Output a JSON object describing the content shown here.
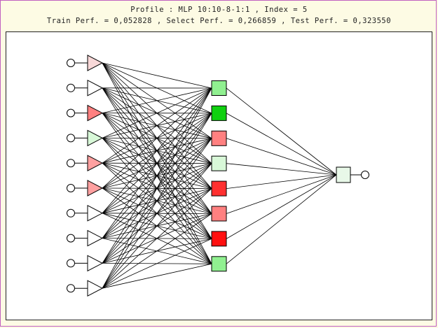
{
  "header": {
    "profile_line": "Profile : MLP 10:10-8-1:1 , Index = 5",
    "perf_line": "Train Perf. = 0,052828 , Select Perf. = 0,266859 , Test Perf. = 0,323550"
  },
  "network": {
    "layers": [
      10,
      8,
      1
    ],
    "colors": {
      "line": "#000000",
      "unit_default": "#ffffff",
      "light_pink": "#f8d8d8",
      "salmon": "#ff8080",
      "light_green": "#d8f8d8",
      "green": "#90f090",
      "bright_green": "#10d010",
      "red": "#ff3030"
    },
    "input_units": [
      {
        "color": "#f8d8d8"
      },
      {
        "color": "#ffffff"
      },
      {
        "color": "#ff8080"
      },
      {
        "color": "#d8f8d8"
      },
      {
        "color": "#ffa0a0"
      },
      {
        "color": "#ffa0a0"
      },
      {
        "color": "#ffffff"
      },
      {
        "color": "#ffffff"
      },
      {
        "color": "#ffffff"
      },
      {
        "color": "#ffffff"
      }
    ],
    "hidden_units": [
      {
        "color": "#90f090"
      },
      {
        "color": "#10d010"
      },
      {
        "color": "#ff8080"
      },
      {
        "color": "#d8f8d8"
      },
      {
        "color": "#ff3030"
      },
      {
        "color": "#ff8080"
      },
      {
        "color": "#ff1010"
      },
      {
        "color": "#90f090"
      }
    ],
    "output_units": [
      {
        "color": "#e8f8e8"
      }
    ]
  }
}
